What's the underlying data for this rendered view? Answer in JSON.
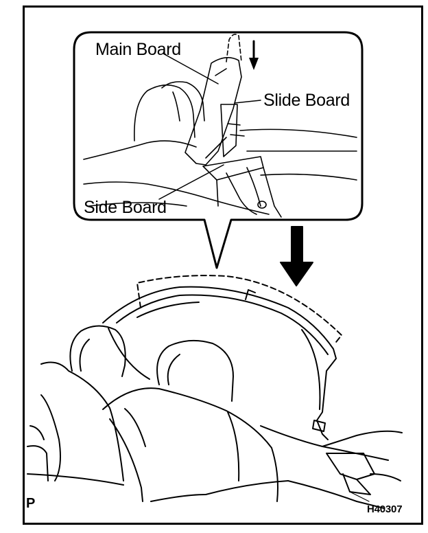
{
  "labels": {
    "main_board": "Main Board",
    "slide_board": "Slide Board",
    "side_board": "Side Board",
    "corner_mark": "P",
    "figure_code": "H40307"
  },
  "icons": {
    "direction_arrow": "down-arrow-icon"
  },
  "colors": {
    "ink": "#000000",
    "paper": "#ffffff"
  }
}
